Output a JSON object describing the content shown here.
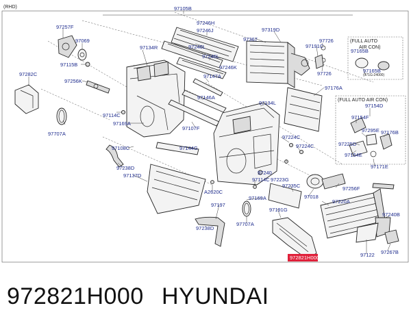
{
  "header": {
    "variant": "(RHD)"
  },
  "caption": {
    "part_number": "972821H000",
    "brand": "HYUNDAI"
  },
  "highlight": {
    "color": "#e0203a",
    "label_color": "#1c2a8c"
  },
  "callouts": {
    "full_auto_1": "(FULL AUTO",
    "full_auto_2": "AIR CON)",
    "full_auto_note": "(971G-24000)",
    "full_auto_b": "(FULL AUTO AIR CON)"
  },
  "labels": {
    "p97105B": "97105B",
    "p97257F": "97257F",
    "p97246H": "97246H",
    "p97246J": "97246J",
    "p97069": "97069",
    "p97134R": "97134R",
    "p97246L_1": "97246L",
    "p97246L_2": "97246L",
    "p97367": "97367",
    "p97319D": "97319D",
    "p97726_1": "97726",
    "p97191C": "97191C",
    "p97726_2": "97726",
    "p97246K": "97246K",
    "p97282C": "97282C",
    "p97115B": "97115B",
    "p97256K": "97256K",
    "p97147A": "97147A",
    "p97165B": "97165B",
    "p97165B_2": "97165B",
    "p97176A": "97176A",
    "p97146A": "97146A",
    "p97134L": "97134L",
    "p97154D": "97154D",
    "p97114C": "97114C",
    "p97169A_1": "97169A",
    "p97107F": "97107F",
    "p97154F": "97154F",
    "p97295E": "97295E",
    "p97176B": "97176B",
    "p97707A_1": "97707A",
    "p97224C_1": "97224C",
    "p97224C_2": "97224C",
    "p97225D": "97225D",
    "p97108C": "97108C",
    "p97144G": "97144G",
    "p97154E": "97154E",
    "p97238D_1": "97238D",
    "p97171E": "97171E",
    "p97137D": "97137D",
    "p97240": "97240",
    "p97114C_2": "97114C",
    "p97223G": "97223G",
    "p97235C": "97235C",
    "p97256F": "97256F",
    "pA2620C": "A2620C",
    "p97018": "97018",
    "p97220A": "97220A",
    "p97169A_2": "97169A",
    "p97197": "97197",
    "p97191G": "97191G",
    "p97707A_2": "97707A",
    "p97238D_2": "97238D",
    "p97240B": "97240B",
    "p97122": "97122",
    "p97267B": "97267B"
  }
}
